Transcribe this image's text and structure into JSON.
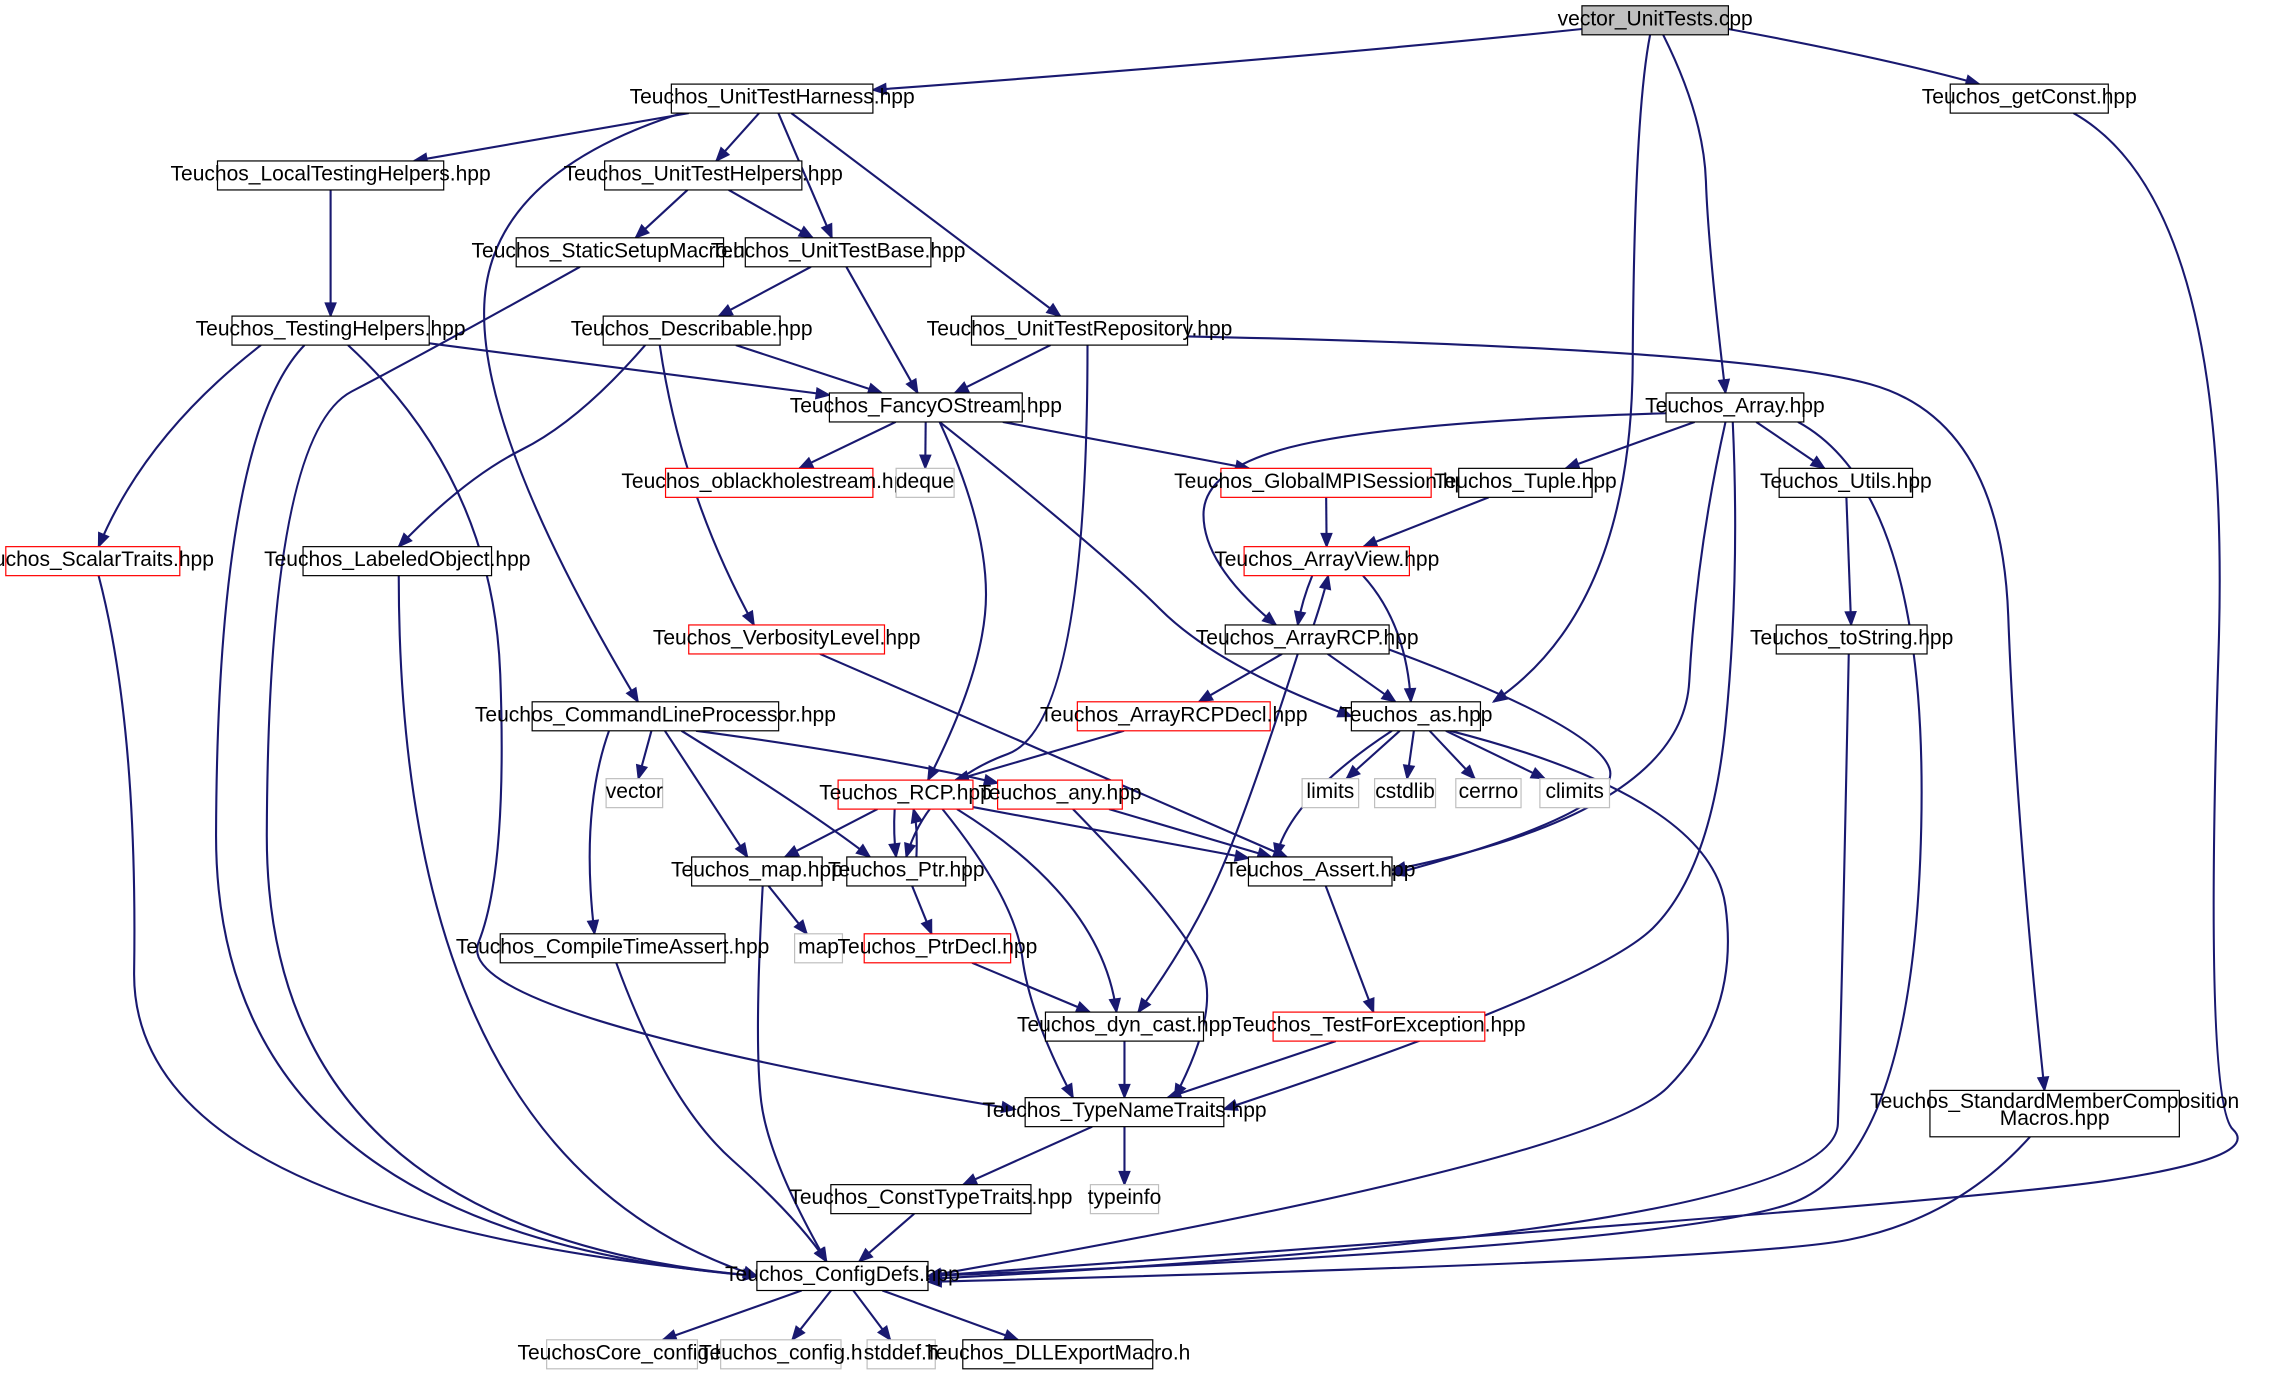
{
  "colors": {
    "edge": "#191970",
    "node_border_default": "#000000",
    "node_border_missing": "#ff0000",
    "node_border_system": "#bfbfbf",
    "root_fill": "#bfbfbf"
  },
  "nodes": [
    {
      "id": "root",
      "label": "vector_UnitTests.cpp",
      "kind": "root"
    },
    {
      "id": "unittestharness",
      "label": "Teuchos_UnitTestHarness.hpp",
      "kind": "normal"
    },
    {
      "id": "getconst",
      "label": "Teuchos_getConst.hpp",
      "kind": "normal"
    },
    {
      "id": "localtesting",
      "label": "Teuchos_LocalTestingHelpers.hpp",
      "kind": "normal"
    },
    {
      "id": "unittesthelpers",
      "label": "Teuchos_UnitTestHelpers.hpp",
      "kind": "normal"
    },
    {
      "id": "staticsetup",
      "label": "Teuchos_StaticSetupMacro.hpp",
      "kind": "normal"
    },
    {
      "id": "unittestbase",
      "label": "Teuchos_UnitTestBase.hpp",
      "kind": "normal"
    },
    {
      "id": "testinghelpers",
      "label": "Teuchos_TestingHelpers.hpp",
      "kind": "normal"
    },
    {
      "id": "describable",
      "label": "Teuchos_Describable.hpp",
      "kind": "normal"
    },
    {
      "id": "unittestrepo",
      "label": "Teuchos_UnitTestRepository.hpp",
      "kind": "normal"
    },
    {
      "id": "fancyostream",
      "label": "Teuchos_FancyOStream.hpp",
      "kind": "normal"
    },
    {
      "id": "array",
      "label": "Teuchos_Array.hpp",
      "kind": "normal"
    },
    {
      "id": "oblackhole",
      "label": "Teuchos_oblackholestream.hpp",
      "kind": "missing"
    },
    {
      "id": "deque",
      "label": "deque",
      "kind": "system"
    },
    {
      "id": "globalmpi",
      "label": "Teuchos_GlobalMPISession.hpp",
      "kind": "missing"
    },
    {
      "id": "tuple",
      "label": "Teuchos_Tuple.hpp",
      "kind": "normal"
    },
    {
      "id": "utils",
      "label": "Teuchos_Utils.hpp",
      "kind": "normal"
    },
    {
      "id": "scalartraits",
      "label": "Teuchos_ScalarTraits.hpp",
      "kind": "missing"
    },
    {
      "id": "labeledobject",
      "label": "Teuchos_LabeledObject.hpp",
      "kind": "normal"
    },
    {
      "id": "arrayview",
      "label": "Teuchos_ArrayView.hpp",
      "kind": "missing"
    },
    {
      "id": "verbosity",
      "label": "Teuchos_VerbosityLevel.hpp",
      "kind": "missing"
    },
    {
      "id": "arrayrcp",
      "label": "Teuchos_ArrayRCP.hpp",
      "kind": "normal"
    },
    {
      "id": "tostring",
      "label": "Teuchos_toString.hpp",
      "kind": "normal"
    },
    {
      "id": "cmdline",
      "label": "Teuchos_CommandLineProcessor.hpp",
      "kind": "normal"
    },
    {
      "id": "arrayrcpdecl",
      "label": "Teuchos_ArrayRCPDecl.hpp",
      "kind": "missing"
    },
    {
      "id": "as",
      "label": "Teuchos_as.hpp",
      "kind": "normal"
    },
    {
      "id": "vector",
      "label": "vector",
      "kind": "system"
    },
    {
      "id": "rcp",
      "label": "Teuchos_RCP.hpp",
      "kind": "missing"
    },
    {
      "id": "any",
      "label": "Teuchos_any.hpp",
      "kind": "missing"
    },
    {
      "id": "limits",
      "label": "limits",
      "kind": "system"
    },
    {
      "id": "cstdlib",
      "label": "cstdlib",
      "kind": "system"
    },
    {
      "id": "cerrno",
      "label": "cerrno",
      "kind": "system"
    },
    {
      "id": "climits",
      "label": "climits",
      "kind": "system"
    },
    {
      "id": "map",
      "label": "Teuchos_map.hpp",
      "kind": "normal"
    },
    {
      "id": "ptr",
      "label": "Teuchos_Ptr.hpp",
      "kind": "normal"
    },
    {
      "id": "assert",
      "label": "Teuchos_Assert.hpp",
      "kind": "normal"
    },
    {
      "id": "compiletime",
      "label": "Teuchos_CompileTimeAssert.hpp",
      "kind": "normal"
    },
    {
      "id": "mapstd",
      "label": "map",
      "kind": "system"
    },
    {
      "id": "ptrdecl",
      "label": "Teuchos_PtrDecl.hpp",
      "kind": "missing"
    },
    {
      "id": "dyncast",
      "label": "Teuchos_dyn_cast.hpp",
      "kind": "normal"
    },
    {
      "id": "testforexc",
      "label": "Teuchos_TestForException.hpp",
      "kind": "missing"
    },
    {
      "id": "typenametraits",
      "label": "Teuchos_TypeNameTraits.hpp",
      "kind": "normal"
    },
    {
      "id": "stdmember",
      "label": "Teuchos_StandardMemberComposition",
      "label2": "Macros.hpp",
      "kind": "normal"
    },
    {
      "id": "consttypetraits",
      "label": "Teuchos_ConstTypeTraits.hpp",
      "kind": "normal"
    },
    {
      "id": "typeinfo",
      "label": "typeinfo",
      "kind": "system"
    },
    {
      "id": "configdefs",
      "label": "Teuchos_ConfigDefs.hpp",
      "kind": "normal"
    },
    {
      "id": "corecfg",
      "label": "TeuchosCore_config.h",
      "kind": "system"
    },
    {
      "id": "teuchoscfg",
      "label": "Teuchos_config.h",
      "kind": "system"
    },
    {
      "id": "stddef",
      "label": "stddef.h",
      "kind": "system"
    },
    {
      "id": "dllexport",
      "label": "Teuchos_DLLExportMacro.h",
      "kind": "normal"
    }
  ],
  "edges": [
    [
      "root",
      "unittestharness"
    ],
    [
      "root",
      "getconst"
    ],
    [
      "root",
      "array"
    ],
    [
      "root",
      "as"
    ],
    [
      "unittestharness",
      "localtesting"
    ],
    [
      "unittestharness",
      "unittesthelpers"
    ],
    [
      "unittestharness",
      "unittestbase"
    ],
    [
      "unittestharness",
      "unittestrepo"
    ],
    [
      "unittestharness",
      "cmdline"
    ],
    [
      "getconst",
      "configdefs"
    ],
    [
      "localtesting",
      "testinghelpers"
    ],
    [
      "unittesthelpers",
      "staticsetup"
    ],
    [
      "unittesthelpers",
      "unittestbase"
    ],
    [
      "staticsetup",
      "configdefs"
    ],
    [
      "unittestbase",
      "describable"
    ],
    [
      "unittestbase",
      "fancyostream"
    ],
    [
      "testinghelpers",
      "fancyostream"
    ],
    [
      "testinghelpers",
      "scalartraits"
    ],
    [
      "testinghelpers",
      "configdefs"
    ],
    [
      "testinghelpers",
      "typenametraits"
    ],
    [
      "describable",
      "fancyostream"
    ],
    [
      "describable",
      "labeledobject"
    ],
    [
      "describable",
      "verbosity"
    ],
    [
      "unittestrepo",
      "fancyostream"
    ],
    [
      "unittestrepo",
      "ptr"
    ],
    [
      "unittestrepo",
      "stdmember"
    ],
    [
      "fancyostream",
      "oblackhole"
    ],
    [
      "fancyostream",
      "deque"
    ],
    [
      "fancyostream",
      "globalmpi"
    ],
    [
      "fancyostream",
      "rcp"
    ],
    [
      "fancyostream",
      "as"
    ],
    [
      "array",
      "tuple"
    ],
    [
      "array",
      "utils"
    ],
    [
      "array",
      "arrayrcp"
    ],
    [
      "array",
      "assert"
    ],
    [
      "array",
      "typenametraits"
    ],
    [
      "array",
      "configdefs"
    ],
    [
      "globalmpi",
      "arrayview"
    ],
    [
      "tuple",
      "arrayview"
    ],
    [
      "arrayview",
      "arrayrcp"
    ],
    [
      "arrayview",
      "as"
    ],
    [
      "arrayrcp",
      "arrayview"
    ],
    [
      "arrayrcp",
      "arrayrcpdecl"
    ],
    [
      "arrayrcp",
      "as"
    ],
    [
      "arrayrcp",
      "assert"
    ],
    [
      "arrayrcp",
      "dyncast"
    ],
    [
      "utils",
      "tostring"
    ],
    [
      "tostring",
      "configdefs"
    ],
    [
      "scalartraits",
      "configdefs"
    ],
    [
      "labeledobject",
      "configdefs"
    ],
    [
      "verbosity",
      "assert"
    ],
    [
      "cmdline",
      "vector"
    ],
    [
      "cmdline",
      "any"
    ],
    [
      "cmdline",
      "map"
    ],
    [
      "cmdline",
      "ptr"
    ],
    [
      "cmdline",
      "compiletime"
    ],
    [
      "arrayrcpdecl",
      "rcp"
    ],
    [
      "as",
      "limits"
    ],
    [
      "as",
      "cstdlib"
    ],
    [
      "as",
      "cerrno"
    ],
    [
      "as",
      "climits"
    ],
    [
      "as",
      "assert"
    ],
    [
      "as",
      "configdefs"
    ],
    [
      "rcp",
      "map"
    ],
    [
      "rcp",
      "ptr"
    ],
    [
      "rcp",
      "assert"
    ],
    [
      "rcp",
      "dyncast"
    ],
    [
      "rcp",
      "typenametraits"
    ],
    [
      "ptr",
      "rcp"
    ],
    [
      "ptr",
      "ptrdecl"
    ],
    [
      "any",
      "assert"
    ],
    [
      "any",
      "typenametraits"
    ],
    [
      "map",
      "mapstd"
    ],
    [
      "map",
      "configdefs"
    ],
    [
      "assert",
      "testforexc"
    ],
    [
      "compiletime",
      "configdefs"
    ],
    [
      "ptrdecl",
      "dyncast"
    ],
    [
      "dyncast",
      "typenametraits"
    ],
    [
      "testforexc",
      "typenametraits"
    ],
    [
      "typenametraits",
      "consttypetraits"
    ],
    [
      "typenametraits",
      "typeinfo"
    ],
    [
      "stdmember",
      "configdefs"
    ],
    [
      "consttypetraits",
      "configdefs"
    ],
    [
      "configdefs",
      "corecfg"
    ],
    [
      "configdefs",
      "teuchoscfg"
    ],
    [
      "configdefs",
      "stddef"
    ],
    [
      "configdefs",
      "dllexport"
    ]
  ]
}
